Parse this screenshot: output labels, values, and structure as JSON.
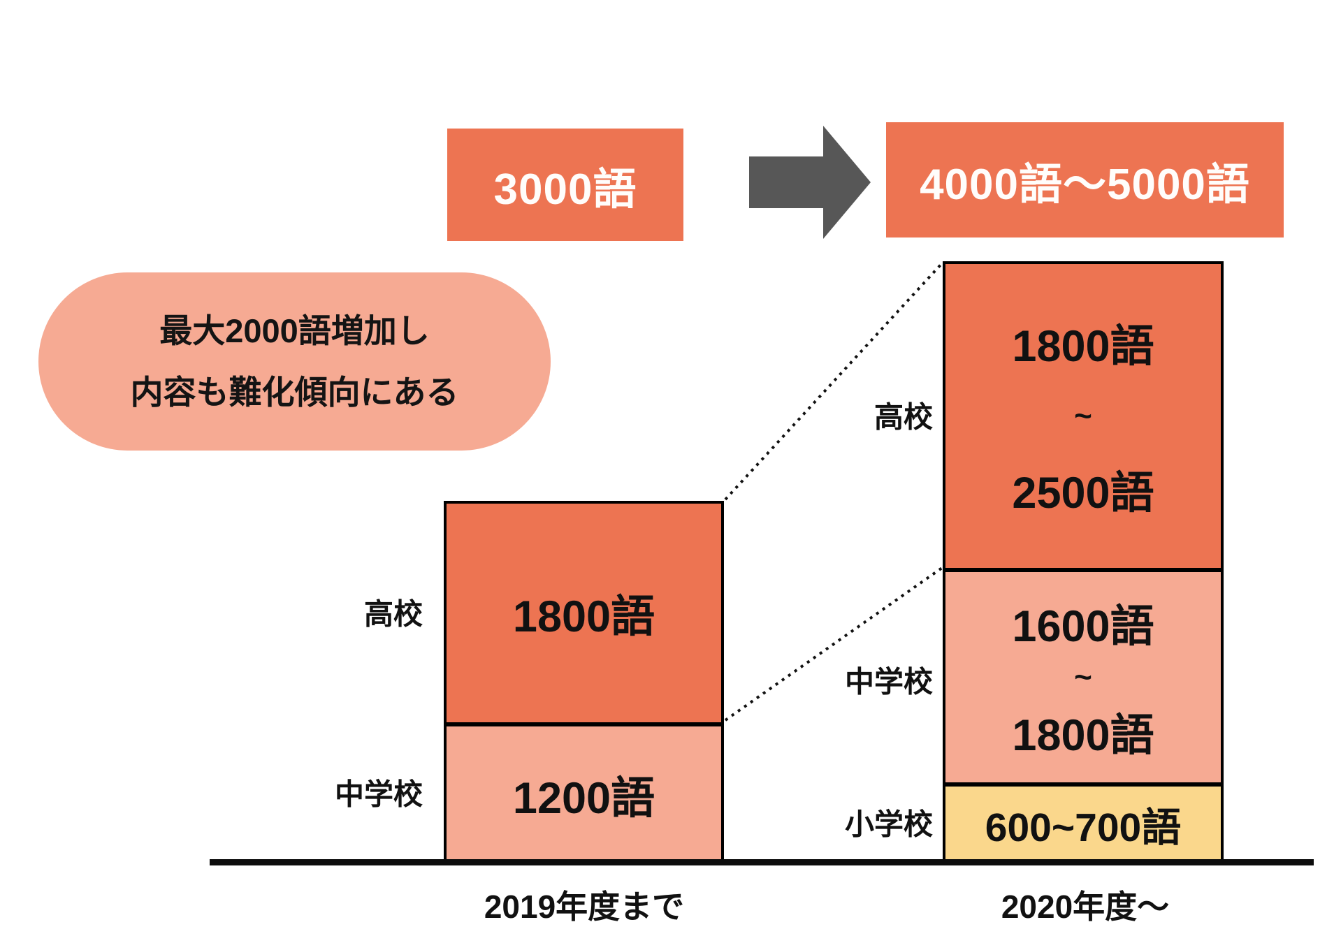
{
  "totals": {
    "before": "3000語",
    "after": "4000語〜5000語"
  },
  "callout": {
    "line1": "最大2000語増加し",
    "line2": "内容も難化傾向にある"
  },
  "bars": {
    "before": {
      "axis_label": "2019年度まで",
      "segments": [
        {
          "school": "高校",
          "value_lines": [
            "1800語"
          ]
        },
        {
          "school": "中学校",
          "value_lines": [
            "1200語"
          ]
        }
      ]
    },
    "after": {
      "axis_label": "2020年度〜",
      "segments": [
        {
          "school": "高校",
          "value_lines": [
            "1800語",
            "~",
            "2500語"
          ]
        },
        {
          "school": "中学校",
          "value_lines": [
            "1600語",
            "~",
            "1800語"
          ]
        },
        {
          "school": "小学校",
          "value_lines": [
            "600~700語"
          ]
        }
      ]
    }
  },
  "colors": {
    "coral": "#ED7452",
    "salmon": "#F6AA93",
    "yellow": "#FAD78C",
    "arrow_gray": "#575757",
    "text_dark": "#111111",
    "box_text_white": "#FFFDFB"
  },
  "chart_data": {
    "type": "bar",
    "subtype": "stacked",
    "unit": "語",
    "categories": [
      "2019年度まで",
      "2020年度〜"
    ],
    "series": [
      {
        "name": "高校",
        "color": "#ED7452",
        "values": [
          {
            "min": 1800,
            "max": 1800,
            "label": "1800語"
          },
          {
            "min": 1800,
            "max": 2500,
            "label": "1800語~2500語"
          }
        ]
      },
      {
        "name": "中学校",
        "color": "#F6AA93",
        "values": [
          {
            "min": 1200,
            "max": 1200,
            "label": "1200語"
          },
          {
            "min": 1600,
            "max": 1800,
            "label": "1600語~1800語"
          }
        ]
      },
      {
        "name": "小学校",
        "color": "#FAD78C",
        "values": [
          null,
          {
            "min": 600,
            "max": 700,
            "label": "600~700語"
          }
        ]
      }
    ],
    "totals_per_category": [
      {
        "min": 3000,
        "max": 3000,
        "label": "3000語"
      },
      {
        "min": 4000,
        "max": 5000,
        "label": "4000語〜5000語"
      }
    ],
    "annotation": "最大2000語増加し内容も難化傾向にある",
    "legend": false,
    "axes": {
      "x_labels": [
        "2019年度まで",
        "2020年度〜"
      ],
      "y_axis_visible": false
    },
    "connectors": [
      {
        "from": "before.高校.top",
        "to": "after.高校.top",
        "style": "dotted"
      },
      {
        "from": "before.中学校.top",
        "to": "after.中学校.top",
        "style": "dotted"
      }
    ]
  }
}
